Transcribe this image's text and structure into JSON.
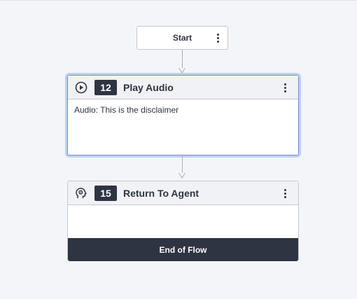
{
  "flow": {
    "start": {
      "label": "Start",
      "menu_icon": "kebab-menu-icon"
    },
    "nodes": [
      {
        "id": "12",
        "title": "Play Audio",
        "icon": "play-circle-icon",
        "body": "Audio: This is the disclaimer",
        "selected": true
      },
      {
        "id": "15",
        "title": "Return To Agent",
        "icon": "agent-headset-icon",
        "body": "",
        "footer": "End of Flow",
        "selected": false
      }
    ]
  },
  "colors": {
    "background": "#f4f5f9",
    "badge": "#2e3442",
    "selection": "#6d8fd9",
    "connector": "#a9adb6"
  }
}
